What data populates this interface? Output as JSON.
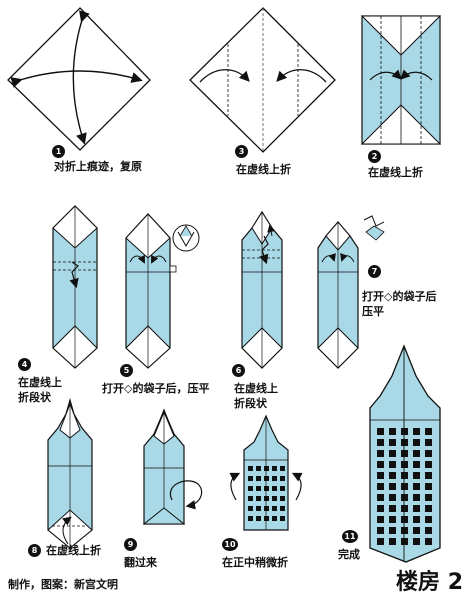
{
  "colors": {
    "paper_back": "#a9d8e6",
    "paper_front": "#ffffff",
    "line": "#111111",
    "window": "#111111"
  },
  "steps": [
    {
      "num": "1",
      "text": "对折上痕迹，复原"
    },
    {
      "num": "3",
      "text": "在虚线上折"
    },
    {
      "num": "2",
      "text": "在虚线上折"
    },
    {
      "num": "4",
      "lines": [
        "在虚线上",
        "折段状"
      ]
    },
    {
      "num": "5",
      "text": "打开◇的袋子后，压平"
    },
    {
      "num": "6",
      "lines": [
        "在虚线上",
        "折段状"
      ]
    },
    {
      "num": "7",
      "lines": [
        "打开◇的袋子后",
        "压平"
      ]
    },
    {
      "num": "8",
      "text": "在虚线上折"
    },
    {
      "num": "9",
      "text": "翻过来"
    },
    {
      "num": "10",
      "text": "在正中稍微折"
    },
    {
      "num": "11",
      "text": "完成"
    }
  ],
  "title": "楼房 2",
  "credit": "制作，图案：新宫文明"
}
